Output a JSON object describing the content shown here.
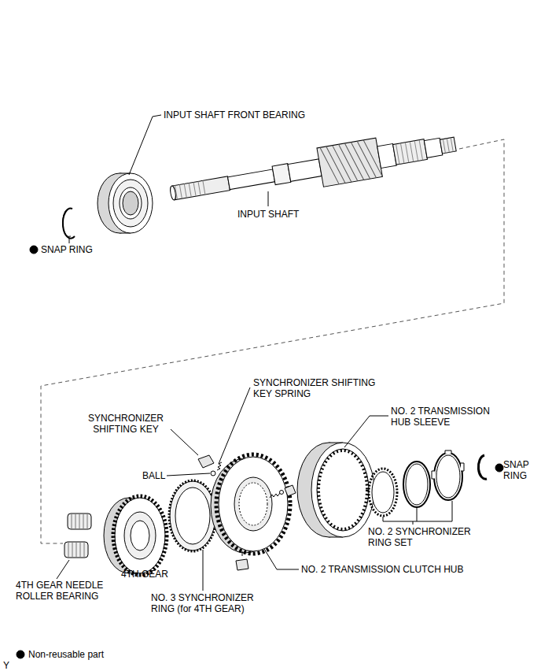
{
  "diagram": {
    "labels": [
      "INPUT SHAFT FRONT BEARING",
      "INPUT SHAFT",
      "SNAP RING",
      "SYNCHRONIZER SHIFTING KEY SPRING",
      "SYNCHRONIZER SHIFTING KEY",
      "NO. 2 TRANSMISSION HUB SLEEVE",
      "BALL",
      "SNAP RING",
      "NO. 2 SYNCHRONIZER RING SET",
      "4TH GEAR NEEDLE ROLLER BEARING",
      "4TH GEAR",
      "NO. 3 SYNCHRONIZER RING (for 4TH GEAR)",
      "NO. 2 TRANSMISSION CLUTCH HUB",
      "Y"
    ],
    "legend": [
      {
        "text": "Non-reusable part"
      }
    ]
  }
}
